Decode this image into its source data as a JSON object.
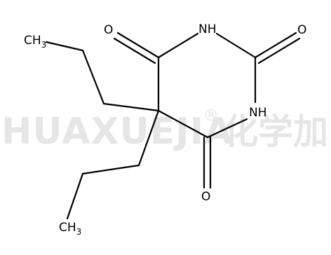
{
  "watermark": {
    "latin": "HUAXUEJIA",
    "registered": "®",
    "chinese": "化学加"
  },
  "molecule": {
    "atoms": {
      "o_top": "O",
      "nh_top": "NH",
      "o_right": "O",
      "nh_right": "NH",
      "o_bottom": "O",
      "ch3_top": {
        "main": "CH",
        "sub": "3"
      },
      "ch3_bottom": {
        "main": "CH",
        "sub": "3"
      }
    }
  },
  "colors": {
    "bond": "#000000",
    "label": "#000000",
    "watermark": "#e6e6e6",
    "background": "#ffffff"
  }
}
